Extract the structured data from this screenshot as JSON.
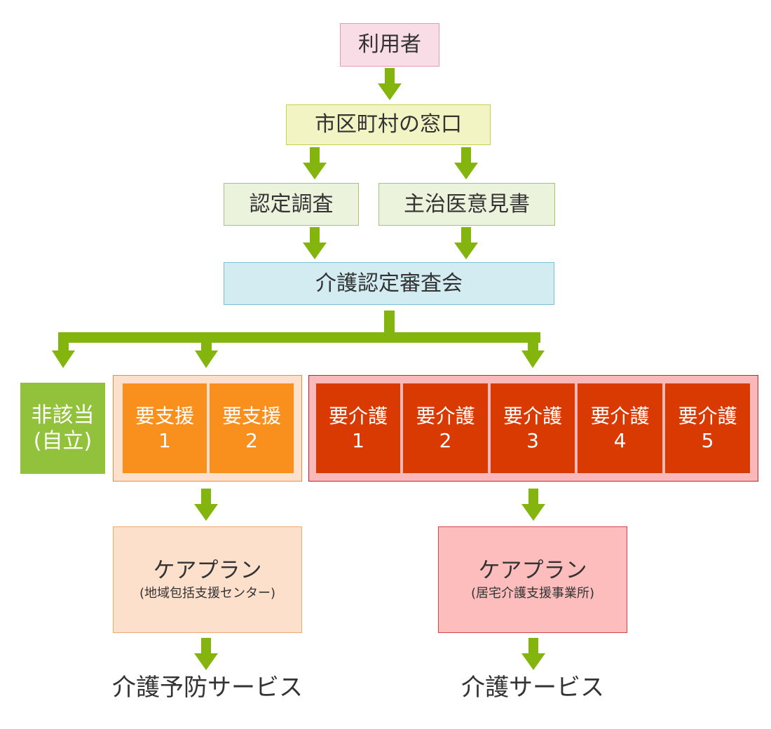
{
  "colors": {
    "arrow": "#84b50f",
    "user_fill": "#f9dde6",
    "user_border": "#e39ab4",
    "window_fill": "#f2f5c3",
    "window_border": "#c9cf55",
    "survey_fill": "#ebf3dd",
    "survey_border": "#a9c279",
    "committee_fill": "#d3ecf2",
    "committee_border": "#78c3d3",
    "independent_fill": "#92c13c",
    "support_group_fill": "#fde0cc",
    "support_group_border": "#f08a3c",
    "support_cell": "#f9901e",
    "care_group_fill": "#f9b9ba",
    "care_group_border": "#c5232f",
    "care_cell": "#d93a02",
    "plan_support_fill": "#fde0cc",
    "plan_support_border": "#f3a76b",
    "plan_care_fill": "#fdbdbd",
    "plan_care_border": "#d7434e"
  },
  "nodes": {
    "user": "利用者",
    "municipal_window": "市区町村の窓口",
    "certification_survey": "認定調査",
    "doctor_opinion": "主治医意見書",
    "review_committee": "介護認定審査会",
    "not_applicable": {
      "line1": "非該当",
      "line2": "(自立)"
    },
    "support_levels": [
      {
        "label": "要支援",
        "level": "1"
      },
      {
        "label": "要支援",
        "level": "2"
      }
    ],
    "care_levels": [
      {
        "label": "要介護",
        "level": "1"
      },
      {
        "label": "要介護",
        "level": "2"
      },
      {
        "label": "要介護",
        "level": "3"
      },
      {
        "label": "要介護",
        "level": "4"
      },
      {
        "label": "要介護",
        "level": "5"
      }
    ],
    "care_plan_support": {
      "title": "ケアプラン",
      "subtitle": "(地域包括支援センター)"
    },
    "care_plan_care": {
      "title": "ケアプラン",
      "subtitle": "(居宅介護支援事業所)"
    },
    "preventive_service": "介護予防サービス",
    "care_service": "介護サービス"
  }
}
